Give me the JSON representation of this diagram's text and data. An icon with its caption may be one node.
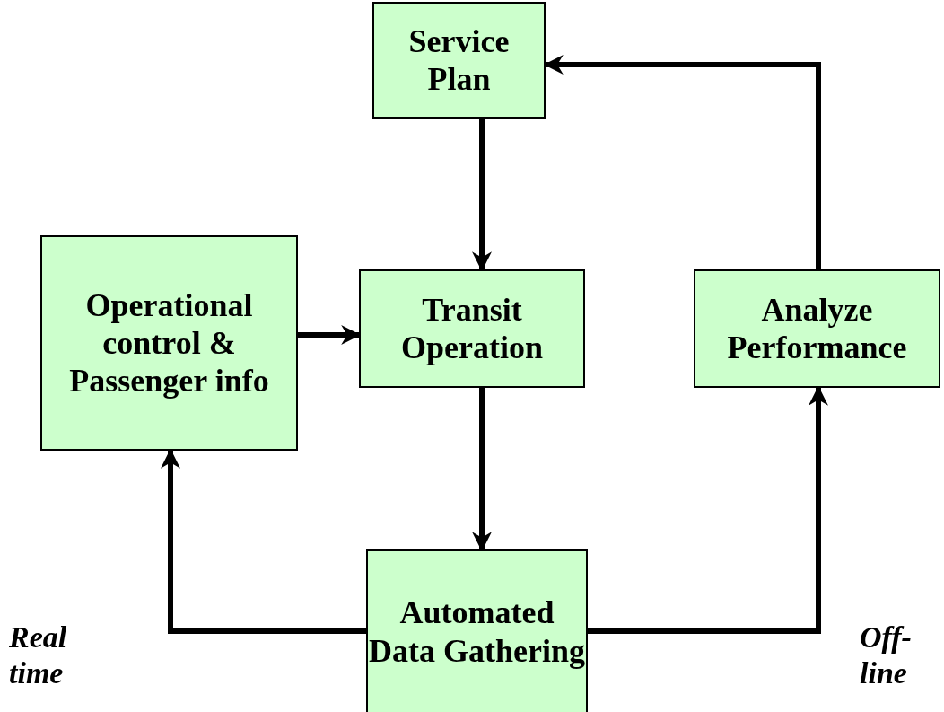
{
  "diagram": {
    "nodes": [
      {
        "text": [
          "Service Plan"
        ]
      },
      {
        "text": [
          "Operational control & Passenger info"
        ]
      },
      {
        "text": [
          "Transit Operation"
        ]
      },
      {
        "text": [
          "Analyze Performance"
        ]
      },
      {
        "text": [
          "Automated Data Gathering"
        ]
      }
    ],
    "edges": [
      {
        "from": 0,
        "to": 2,
        "arrow": "to"
      },
      {
        "from": 1,
        "to": 2,
        "arrow": "to"
      },
      {
        "from": 2,
        "to": 4,
        "arrow": "to"
      },
      {
        "from": 4,
        "to": 1,
        "arrow": "to"
      },
      {
        "from": 4,
        "to": 3,
        "arrow": "to"
      },
      {
        "from": 3,
        "to": 0,
        "arrow": "to"
      }
    ],
    "labels": [
      "Real time",
      "Off-line"
    ]
  }
}
